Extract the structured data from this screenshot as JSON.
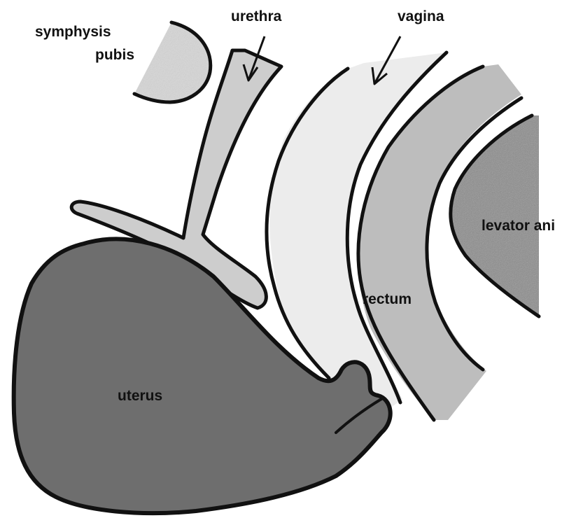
{
  "labels": {
    "symphysis_line1": "symphysis",
    "symphysis_line2": "pubis",
    "urethra": "urethra",
    "vagina": "vagina",
    "levator_ani": "levator ani",
    "rectum": "rectum",
    "uterus": "uterus"
  },
  "colors": {
    "outline": "#111111",
    "symphysis_fill": "#d7d7d7",
    "urethra_fill": "#cdcdcd",
    "vagina_fill": "#ececec",
    "rectum_fill": "#bdbdbd",
    "levator_fill": "#8c8c8c",
    "uterus_fill": "#6e6e6e"
  }
}
